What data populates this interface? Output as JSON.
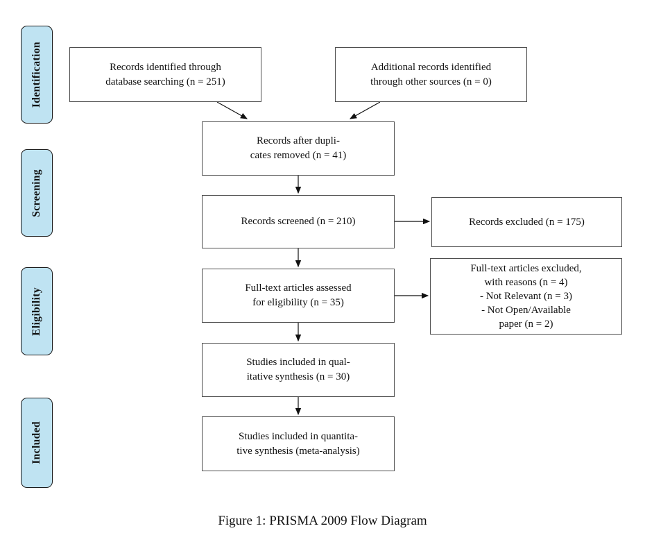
{
  "figure": {
    "caption": "Figure 1: PRISMA 2009 Flow Diagram"
  },
  "colors": {
    "stage_fill": "#bfe3f2",
    "box_border": "#4d4d4d",
    "ink": "#111111"
  },
  "stages": [
    {
      "label": "Identification"
    },
    {
      "label": "Screening"
    },
    {
      "label": "Eligibility"
    },
    {
      "label": "Included"
    }
  ],
  "boxes": {
    "records_identified": "Records identified through\ndatabase searching (n = 251)",
    "additional_records": "Additional records identified\nthrough other sources (n = 0)",
    "duplicates_removed": "Records after dupli-\ncates removed (n = 41)",
    "records_screened": "Records screened (n = 210)",
    "records_excluded": "Records excluded (n = 175)",
    "fulltext_assessed": "Full-text articles assessed\nfor eligibility (n = 35)",
    "fulltext_excluded": "Full-text articles excluded,\nwith reasons (n = 4)\n- Not Relevant (n = 3)\n- Not Open/Available\npaper (n = 2)",
    "qualitative_synthesis": "Studies included in qual-\nitative synthesis (n = 30)",
    "quantitative_synthesis": "Studies included in quantita-\ntive synthesis (meta-analysis)"
  }
}
